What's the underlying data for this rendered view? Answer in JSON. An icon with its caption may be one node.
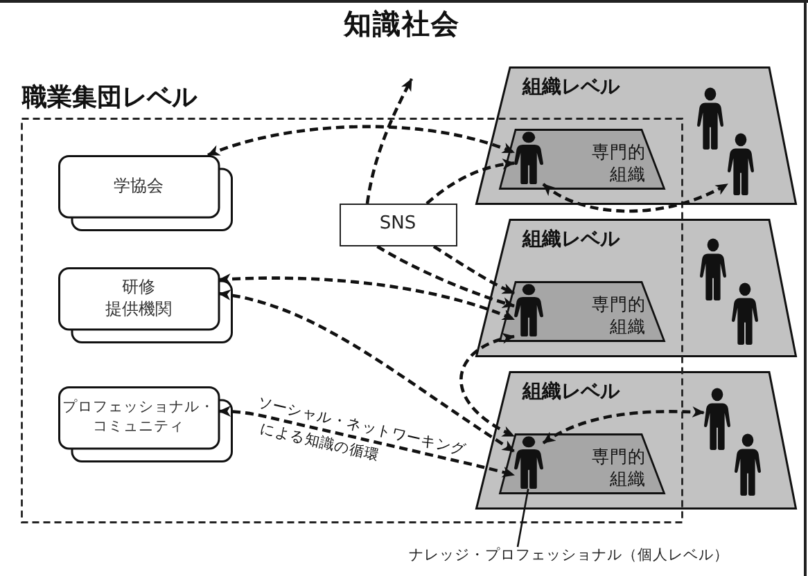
{
  "diagram": {
    "title": "知識社会",
    "nodes": [
      {
        "text": [
          "職業集団レベル"
        ]
      },
      {
        "text": [
          "学協会"
        ],
        "in": 0
      },
      {
        "text": [
          "研修提供機関"
        ],
        "in": 0
      },
      {
        "text": [
          "プロフェッショナル・コミュニティ"
        ],
        "in": 0
      },
      {
        "text": [
          "SNS"
        ],
        "in": 0
      },
      {
        "text": [
          "組織レベル"
        ]
      },
      {
        "text": [
          "専門的組織"
        ]
      },
      {
        "text": [],
        "shape": "person",
        "in": 6
      },
      {
        "text": [],
        "shape": "person",
        "in": 5
      },
      {
        "text": [],
        "shape": "person",
        "in": 5
      },
      {
        "text": [
          "組織レベル"
        ]
      },
      {
        "text": [
          "専門的組織"
        ]
      },
      {
        "text": [],
        "shape": "person",
        "in": 11
      },
      {
        "text": [],
        "shape": "person",
        "in": 10
      },
      {
        "text": [],
        "shape": "person",
        "in": 10
      },
      {
        "text": [
          "組織レベル"
        ]
      },
      {
        "text": [
          "専門的組織"
        ]
      },
      {
        "text": [],
        "shape": "person",
        "in": 16
      },
      {
        "text": [],
        "shape": "person",
        "in": 15
      },
      {
        "text": [],
        "shape": "person",
        "in": 15
      },
      {
        "text": [
          "ナレッジ・プロフェッショナル（個人レベル）"
        ]
      }
    ],
    "edges": [
      {
        "from": 1,
        "to": 7,
        "arrow": "both",
        "style": "dashed"
      },
      {
        "from": 4,
        "to": null,
        "arrow": "to",
        "style": "dashed"
      },
      {
        "from": 4,
        "to": 7,
        "arrow": "to",
        "style": "dashed"
      },
      {
        "from": 7,
        "to": 9,
        "arrow": "both",
        "style": "dashed"
      },
      {
        "from": 2,
        "to": 12,
        "arrow": "both",
        "style": "dashed"
      },
      {
        "from": 2,
        "to": 17,
        "arrow": "both",
        "style": "dashed"
      },
      {
        "from": 4,
        "to": 12,
        "arrow": "to",
        "style": "dashed"
      },
      {
        "from": 4,
        "to": 12,
        "arrow": "to",
        "style": "dashed"
      },
      {
        "from": 12,
        "to": 17,
        "arrow": "both",
        "style": "dashed"
      },
      {
        "from": 3,
        "to": 17,
        "arrow": "both",
        "label": "ソーシャル・ネットワーキングによる知識の循環",
        "style": "dashed"
      },
      {
        "from": 17,
        "to": 18,
        "arrow": "both",
        "style": "dashed"
      },
      {
        "from": 20,
        "to": 17,
        "arrow": "none"
      }
    ]
  }
}
